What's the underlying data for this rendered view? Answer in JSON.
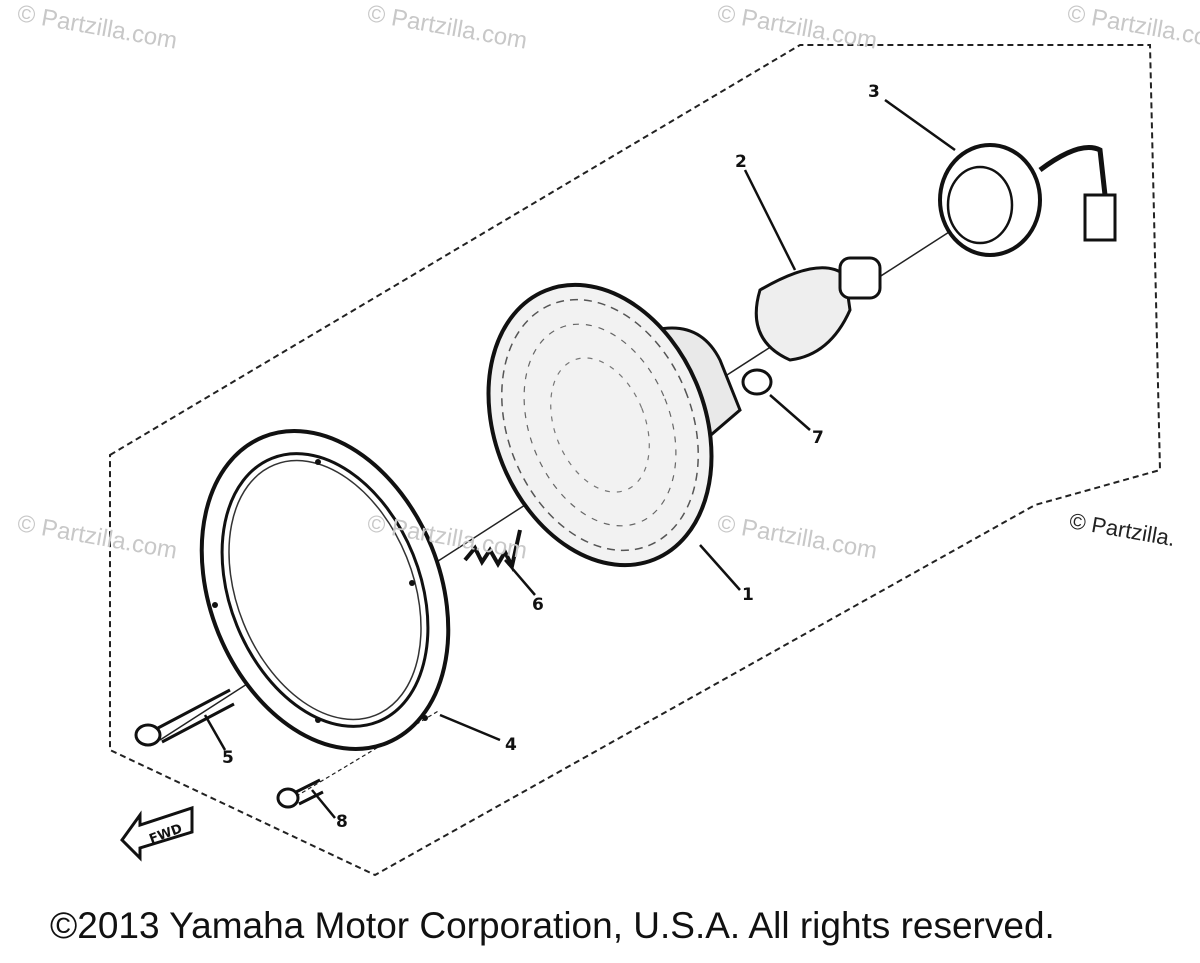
{
  "watermarks": [
    "© Partzilla.com",
    "© Partzilla.com",
    "© Partzilla.com",
    "© Partzilla.com",
    "© Partzilla.com",
    "© Partzilla.com",
    "© Partzilla.com",
    "© Partzilla."
  ],
  "callouts": [
    "1",
    "2",
    "3",
    "4",
    "5",
    "6",
    "7",
    "8"
  ],
  "fwd_label": "FWD",
  "copyright": "©2013 Yamaha Motor Corporation, U.S.A. All rights reserved."
}
